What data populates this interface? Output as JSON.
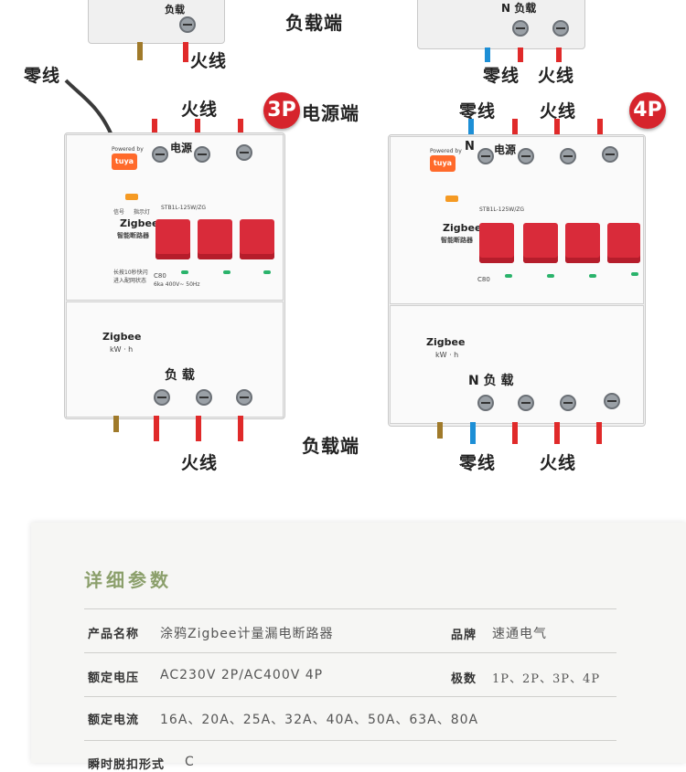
{
  "diagram": {
    "top_left_load": "负载",
    "top_left_live": "火线",
    "top_center_label": "负载端",
    "top_right_n_load": "N 负载",
    "top_right_neutral": "零线",
    "top_right_live": "火线",
    "left_neutral": "零线",
    "left_live_top": "火线",
    "badge_3p": "3P",
    "power_end": "电源端",
    "right_neutral_top": "零线",
    "right_live_top": "火线",
    "badge_4p": "4P",
    "left_power": "电源",
    "right_power": "电源",
    "right_n": "N",
    "left_load": "负 载",
    "right_n_load": "N 负 载",
    "load_end": "负载端",
    "left_live_bottom": "火线",
    "right_neutral_bottom": "零线",
    "right_live_bottom": "火线",
    "brand_zigbee": "Zigbee",
    "smart_breaker": "智能断路器",
    "model_3p": "STB1L-125W/ZG",
    "model_4p": "STB1L-125W/ZG",
    "tuya": "tuya",
    "powered_by": "Powered by",
    "signal": "信号",
    "indicator": "指示灯",
    "c80": "C80",
    "kwh": "kW · h",
    "pair_hint": "长按10秒快闪进入配网状态",
    "spec_small": "6ka 400V~ 50Hz"
  },
  "colors": {
    "live": "#e02a2a",
    "neutral": "#1d8fd6",
    "badge": "#d6242c",
    "title_green": "#8b9f6b",
    "handle_red": "#d92b3a"
  },
  "details": {
    "title": "详细参数",
    "rows": [
      {
        "k1": "产品名称",
        "v1": "涂鸦Zigbee计量漏电断路器",
        "k2": "品牌",
        "v2": "速通电气"
      },
      {
        "k1": "额定电压",
        "v1": "AC230V 2P/AC400V 4P",
        "k2": "极数",
        "v2": "1P、2P、3P、4P"
      },
      {
        "k1": "额定电流",
        "v1": "16A、20A、25A、32A、40A、50A、63A、80A"
      },
      {
        "k1": "瞬时脱扣形式",
        "v1": "C"
      }
    ]
  }
}
